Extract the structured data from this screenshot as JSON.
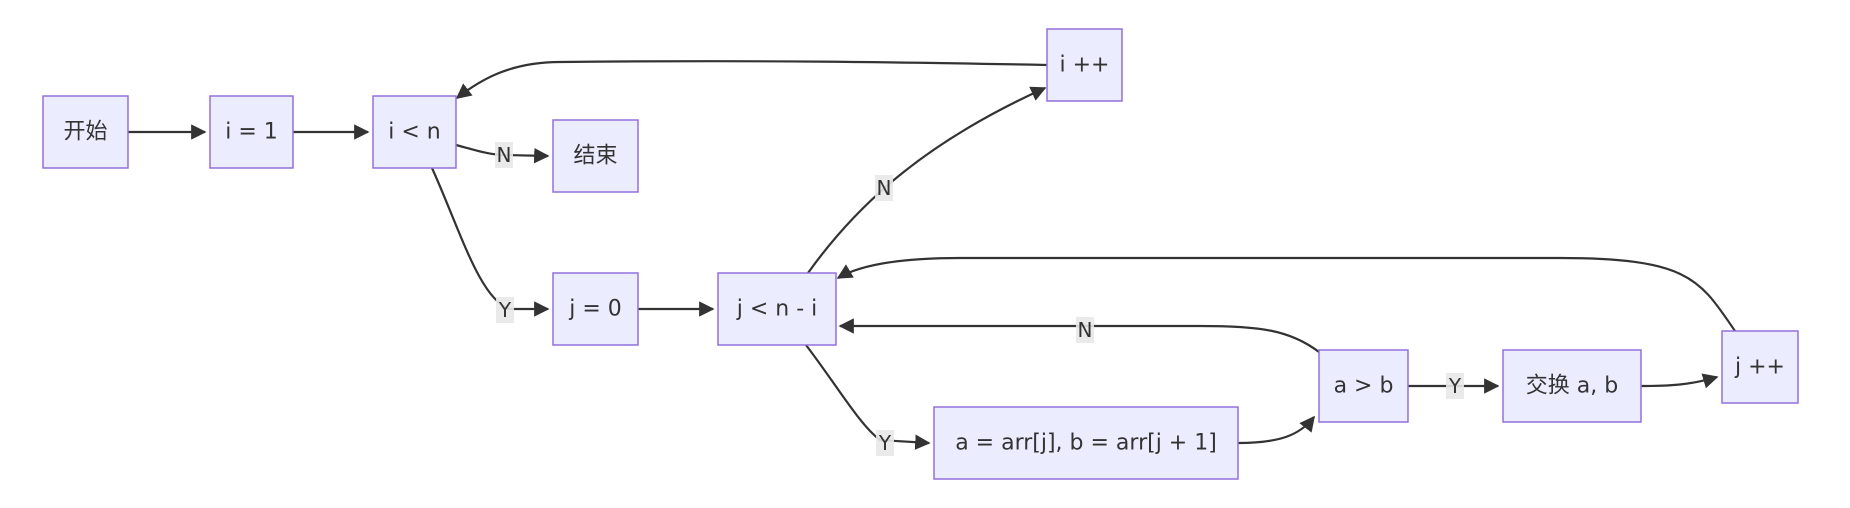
{
  "diagram": {
    "type": "flowchart",
    "nodes": [
      {
        "id": "start",
        "label": "开始"
      },
      {
        "id": "init_i",
        "label": "i = 1"
      },
      {
        "id": "cond_i",
        "label": "i < n"
      },
      {
        "id": "end",
        "label": "结束"
      },
      {
        "id": "init_j",
        "label": "j = 0"
      },
      {
        "id": "cond_j",
        "label": "j < n - i"
      },
      {
        "id": "inc_i",
        "label": "i ++"
      },
      {
        "id": "assign",
        "label": "a = arr[j], b = arr[j + 1]"
      },
      {
        "id": "cmp",
        "label": "a > b"
      },
      {
        "id": "swap",
        "label": "交换 a, b"
      },
      {
        "id": "inc_j",
        "label": "j ++"
      }
    ],
    "edges": [
      {
        "from": "start",
        "to": "init_i",
        "label": ""
      },
      {
        "from": "init_i",
        "to": "cond_i",
        "label": ""
      },
      {
        "from": "cond_i",
        "to": "end",
        "label": "N"
      },
      {
        "from": "cond_i",
        "to": "init_j",
        "label": "Y"
      },
      {
        "from": "init_j",
        "to": "cond_j",
        "label": ""
      },
      {
        "from": "cond_j",
        "to": "inc_i",
        "label": "N"
      },
      {
        "from": "inc_i",
        "to": "cond_i",
        "label": ""
      },
      {
        "from": "cond_j",
        "to": "assign",
        "label": "Y"
      },
      {
        "from": "assign",
        "to": "cmp",
        "label": ""
      },
      {
        "from": "cmp",
        "to": "cond_j",
        "label": "N"
      },
      {
        "from": "cmp",
        "to": "swap",
        "label": "Y"
      },
      {
        "from": "swap",
        "to": "inc_j",
        "label": ""
      },
      {
        "from": "inc_j",
        "to": "cond_j",
        "label": ""
      }
    ]
  }
}
